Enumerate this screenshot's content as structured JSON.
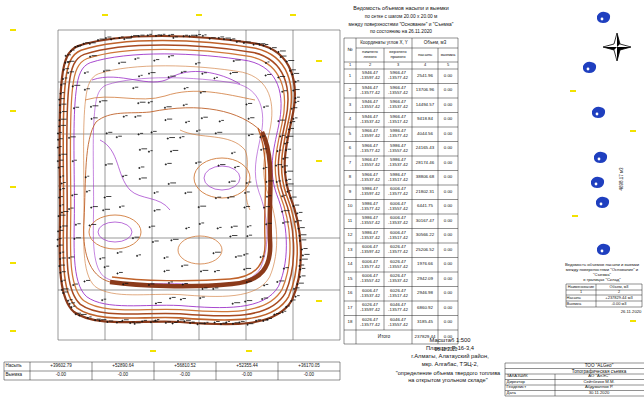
{
  "diagram": {
    "labels": [
      "Ведомость объемов насыпи и выемки",
      "по сетке с шагом 20.00 х 20.00 м",
      "между поверхностями \"Основание\" и \"Съемка\"",
      "по состоянию на 26.11.2020",
      "№",
      "Координаты углов X, Y",
      "Объем, м3",
      "нижнего левого",
      "верхнего правого",
      "насыпь",
      "выемка",
      "1",
      "2",
      "3",
      "4",
      "5",
      "1",
      "5946.47 -13597.42",
      "5966.47 -13577.42",
      "2541.96",
      "0.00",
      "2",
      "5946.47 -13577.42",
      "5966.47 -13557.42",
      "13706.96",
      "0.00",
      "3",
      "5946.47 -13557.42",
      "5966.47 -13537.42",
      "14494.57",
      "0.00",
      "4",
      "5946.47 -13537.42",
      "5966.47 -13517.42",
      "9418.84",
      "0.00",
      "5",
      "5966.47 -13597.42",
      "5986.47 -13577.42",
      "4044.56",
      "0.00",
      "6",
      "5966.47 -13577.42",
      "5986.47 -13557.42",
      "24165.43",
      "0.00",
      "7",
      "5966.47 -13557.42",
      "5986.47 -13537.42",
      "28174.46",
      "0.00",
      "8",
      "5966.47 -13537.42",
      "5986.47 -13517.42",
      "38806.68",
      "0.00",
      "9",
      "5986.47 -13597.42",
      "6006.47 -13577.42",
      "21802.31",
      "0.00",
      "10",
      "5986.47 -13577.42",
      "6006.47 -13557.42",
      "6441.75",
      "0.00",
      "11",
      "5986.47 -13557.42",
      "6006.47 -13537.42",
      "30167.47",
      "0.00",
      "12",
      "5986.47 -13537.42",
      "6006.47 -13517.42",
      "30566.22",
      "0.00",
      "13",
      "6006.47 -13597.42",
      "6026.47 -13577.42",
      "25206.52",
      "0.00",
      "14",
      "6006.47 -13577.42",
      "6026.47 -13557.42",
      "1976.66",
      "0.00",
      "15",
      "6006.47 -13557.42",
      "6026.47 -13537.42",
      "2942.09",
      "0.00",
      "16",
      "6006.47 -13537.42",
      "6026.47 -13517.42",
      "2946.98",
      "0.00",
      "17",
      "6026.47 -13597.42",
      "6046.47 -13577.42",
      "6860.92",
      "0.00",
      "18",
      "6026.47 -13577.42",
      "6046.47 -13557.42",
      "3185.45",
      "0.00",
      "Итого",
      "237829.44",
      "0.00",
      "26.11.2020",
      "Насыпь",
      "Выемка",
      "+39602.79",
      "-0.00",
      "+52890.64",
      "-0.00",
      "+56810.52",
      "-0.00",
      "+52355.44",
      "-0.00",
      "+36170.05",
      "-0.00",
      "Масштаб 1:500",
      "Планшет Р-16-3,4",
      "г.Алматы, Алатауский район,",
      "мкр. Алгабас, ТЭЦ-2,",
      "\"определение объема твердого топлива на открытом угольном складе\"",
      "ТОО \"ALGeo\"",
      "Топографическая съемка",
      "ЗАКАЗЧИК",
      "АО \"АлЭС\"",
      "Директор",
      "Сейтбеков М.М.",
      "Геодезист",
      "Абдуманнов Р.",
      "Дата",
      "30.11.2020",
      "Ведомость объемов насыпи и выемки",
      "между поверхностями \"Основание\" и \"Съемка\"",
      "в границах \"Склад\"",
      "Наименование",
      "Объем, м3",
      "1",
      "2",
      "Насыпь",
      "+237829.44 м3",
      "Выемка",
      "-0.00 м3",
      "26.11.2020",
      "4698.17 м3"
    ]
  }
}
